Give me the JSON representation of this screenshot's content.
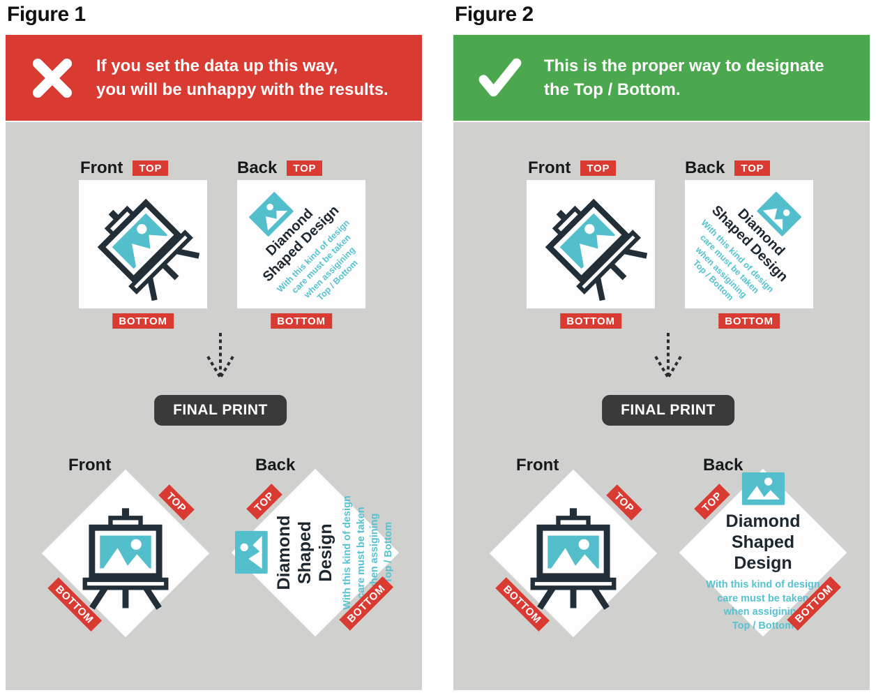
{
  "labels": {
    "front": "Front",
    "back": "Back",
    "top_badge": "TOP",
    "bottom_badge": "BOTTOM",
    "final_print": "FINAL PRINT"
  },
  "design": {
    "title_line1": "Diamond",
    "title_line2": "Shaped Design",
    "sub_line1": "With this kind of design",
    "sub_line2": "care must be taken",
    "sub_line3": "when assigining",
    "sub_line4": "Top / Bottom"
  },
  "figure1": {
    "title": "Figure 1",
    "banner": {
      "icon": "x-icon",
      "color": "#d93a32",
      "line1": "If you set the data up this way,",
      "line2": "you will be unhappy with the results."
    }
  },
  "figure2": {
    "title": "Figure 2",
    "banner": {
      "icon": "check-icon",
      "color": "#4ba84e",
      "line1": "This is the proper way to designate",
      "line2": "the Top / Bottom."
    }
  },
  "colors": {
    "panel_gray": "#d0d0ce",
    "red": "#d93a32",
    "green": "#4ba84e",
    "teal": "#53bfcd",
    "dark_ink": "#232f38",
    "final_print_bg": "#3b3a3a"
  }
}
